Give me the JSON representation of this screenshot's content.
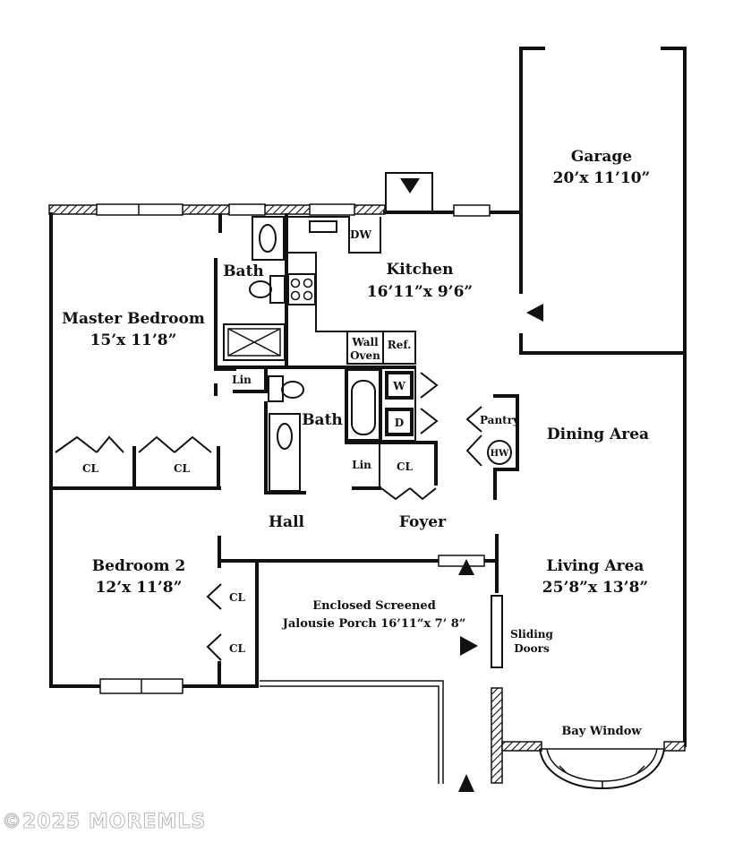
{
  "rooms": {
    "garage": {
      "name": "Garage",
      "dims": "20’x 11’10”"
    },
    "kitchen": {
      "name": "Kitchen",
      "dims": "16’11”x 9’6”"
    },
    "master_bedroom": {
      "name": "Master Bedroom",
      "dims": "15’x 11’8”"
    },
    "master_bath": {
      "name": "Bath"
    },
    "hall_bath": {
      "name": "Bath"
    },
    "dining_area": {
      "name": "Dining Area"
    },
    "hall": {
      "name": "Hall"
    },
    "foyer": {
      "name": "Foyer"
    },
    "bedroom_2": {
      "name": "Bedroom 2",
      "dims": "12’x 11’8”"
    },
    "living_area": {
      "name": "Living Area",
      "dims": "25’8”x 13’8”"
    },
    "porch": {
      "line1": "Enclosed Screened",
      "line2": "Jalousie Porch 16’11”x 7’ 8”"
    }
  },
  "fixtures": {
    "dishwasher": "DW",
    "wall_oven_1": "Wall",
    "wall_oven_2": "Oven",
    "refrigerator": "Ref.",
    "washer": "W",
    "dryer": "D",
    "pantry": "Pantry",
    "water_heater": "HW",
    "linen_1": "Lin",
    "linen_2": "Lin",
    "closet": "CL",
    "sliding_doors_1": "Sliding",
    "sliding_doors_2": "Doors",
    "bay_window": "Bay Window"
  },
  "watermark": "©2025 MOREMLS"
}
